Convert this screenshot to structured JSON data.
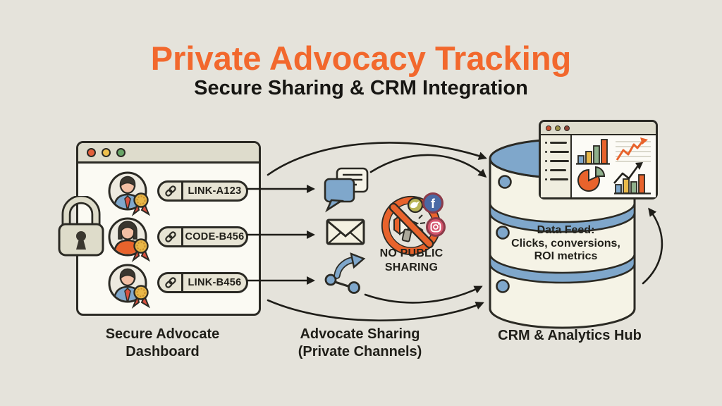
{
  "header": {
    "title": "Private Advocacy Tracking",
    "subtitle": "Secure Sharing & CRM Integration"
  },
  "dashboard": {
    "advocates": [
      {
        "code": "LINK-A123"
      },
      {
        "code": "CODE-B456"
      },
      {
        "code": "LINK-B456"
      }
    ],
    "caption_line1": "Secure Advocate",
    "caption_line2": "Dashboard"
  },
  "sharing": {
    "badge_line1": "NO PUBLIC",
    "badge_line2": "SHARING",
    "caption_line1": "Advocate Sharing",
    "caption_line2": "(Private Channels)"
  },
  "crm": {
    "feed_line1": "Data Feed:",
    "feed_line2": "Clicks, conversions,",
    "feed_line3": "ROI metrics",
    "caption": "CRM & Analytics Hub"
  },
  "icons": {
    "names": [
      "lock-icon",
      "link-icon",
      "advocate-avatar",
      "award-ribbon-icon",
      "chat-icon",
      "mail-icon",
      "share-icon",
      "no-public-sharing-icon",
      "twitter-icon",
      "facebook-icon",
      "instagram-icon",
      "database-icon",
      "bar-chart-icon",
      "trend-chart-icon",
      "pie-chart-icon"
    ],
    "facebook_glyph": "f"
  },
  "colors": {
    "background": "#E5E3DB",
    "accent_orange": "#F2682D",
    "alert_orange": "#E8632C",
    "ink": "#1F1E18",
    "steel_blue": "#7FA7CB",
    "gold": "#E9B748",
    "green": "#8FB08C",
    "yellow": "#E9B94A"
  }
}
